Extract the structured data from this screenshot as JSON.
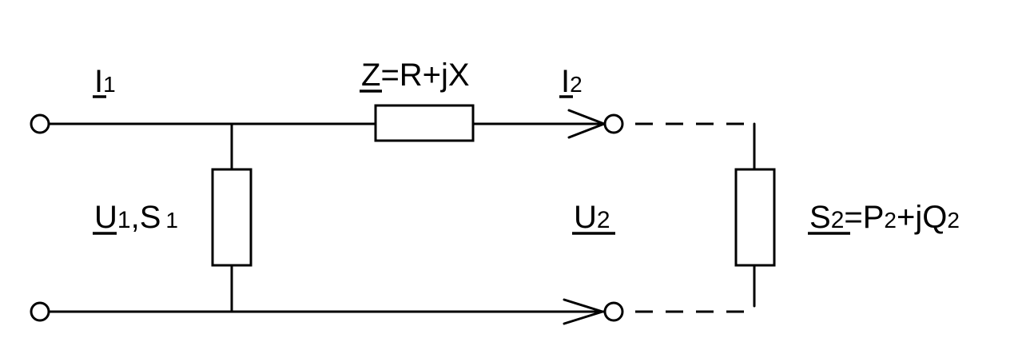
{
  "labels": {
    "i1": "I",
    "i1_sub": "1",
    "z_sym": "Z",
    "z_expr": "=R+jX",
    "i2": "I",
    "i2_sub": "2",
    "u1": "U",
    "u1_sub": "1",
    "s1": ",S",
    "s1_sub": "1",
    "u2": "U",
    "u2_sub": "2",
    "s2": "S",
    "s2_sub": "2",
    "s2_eq": "=P",
    "p2_sub": "2",
    "s2_plus": "+jQ",
    "q2_sub": "2"
  }
}
